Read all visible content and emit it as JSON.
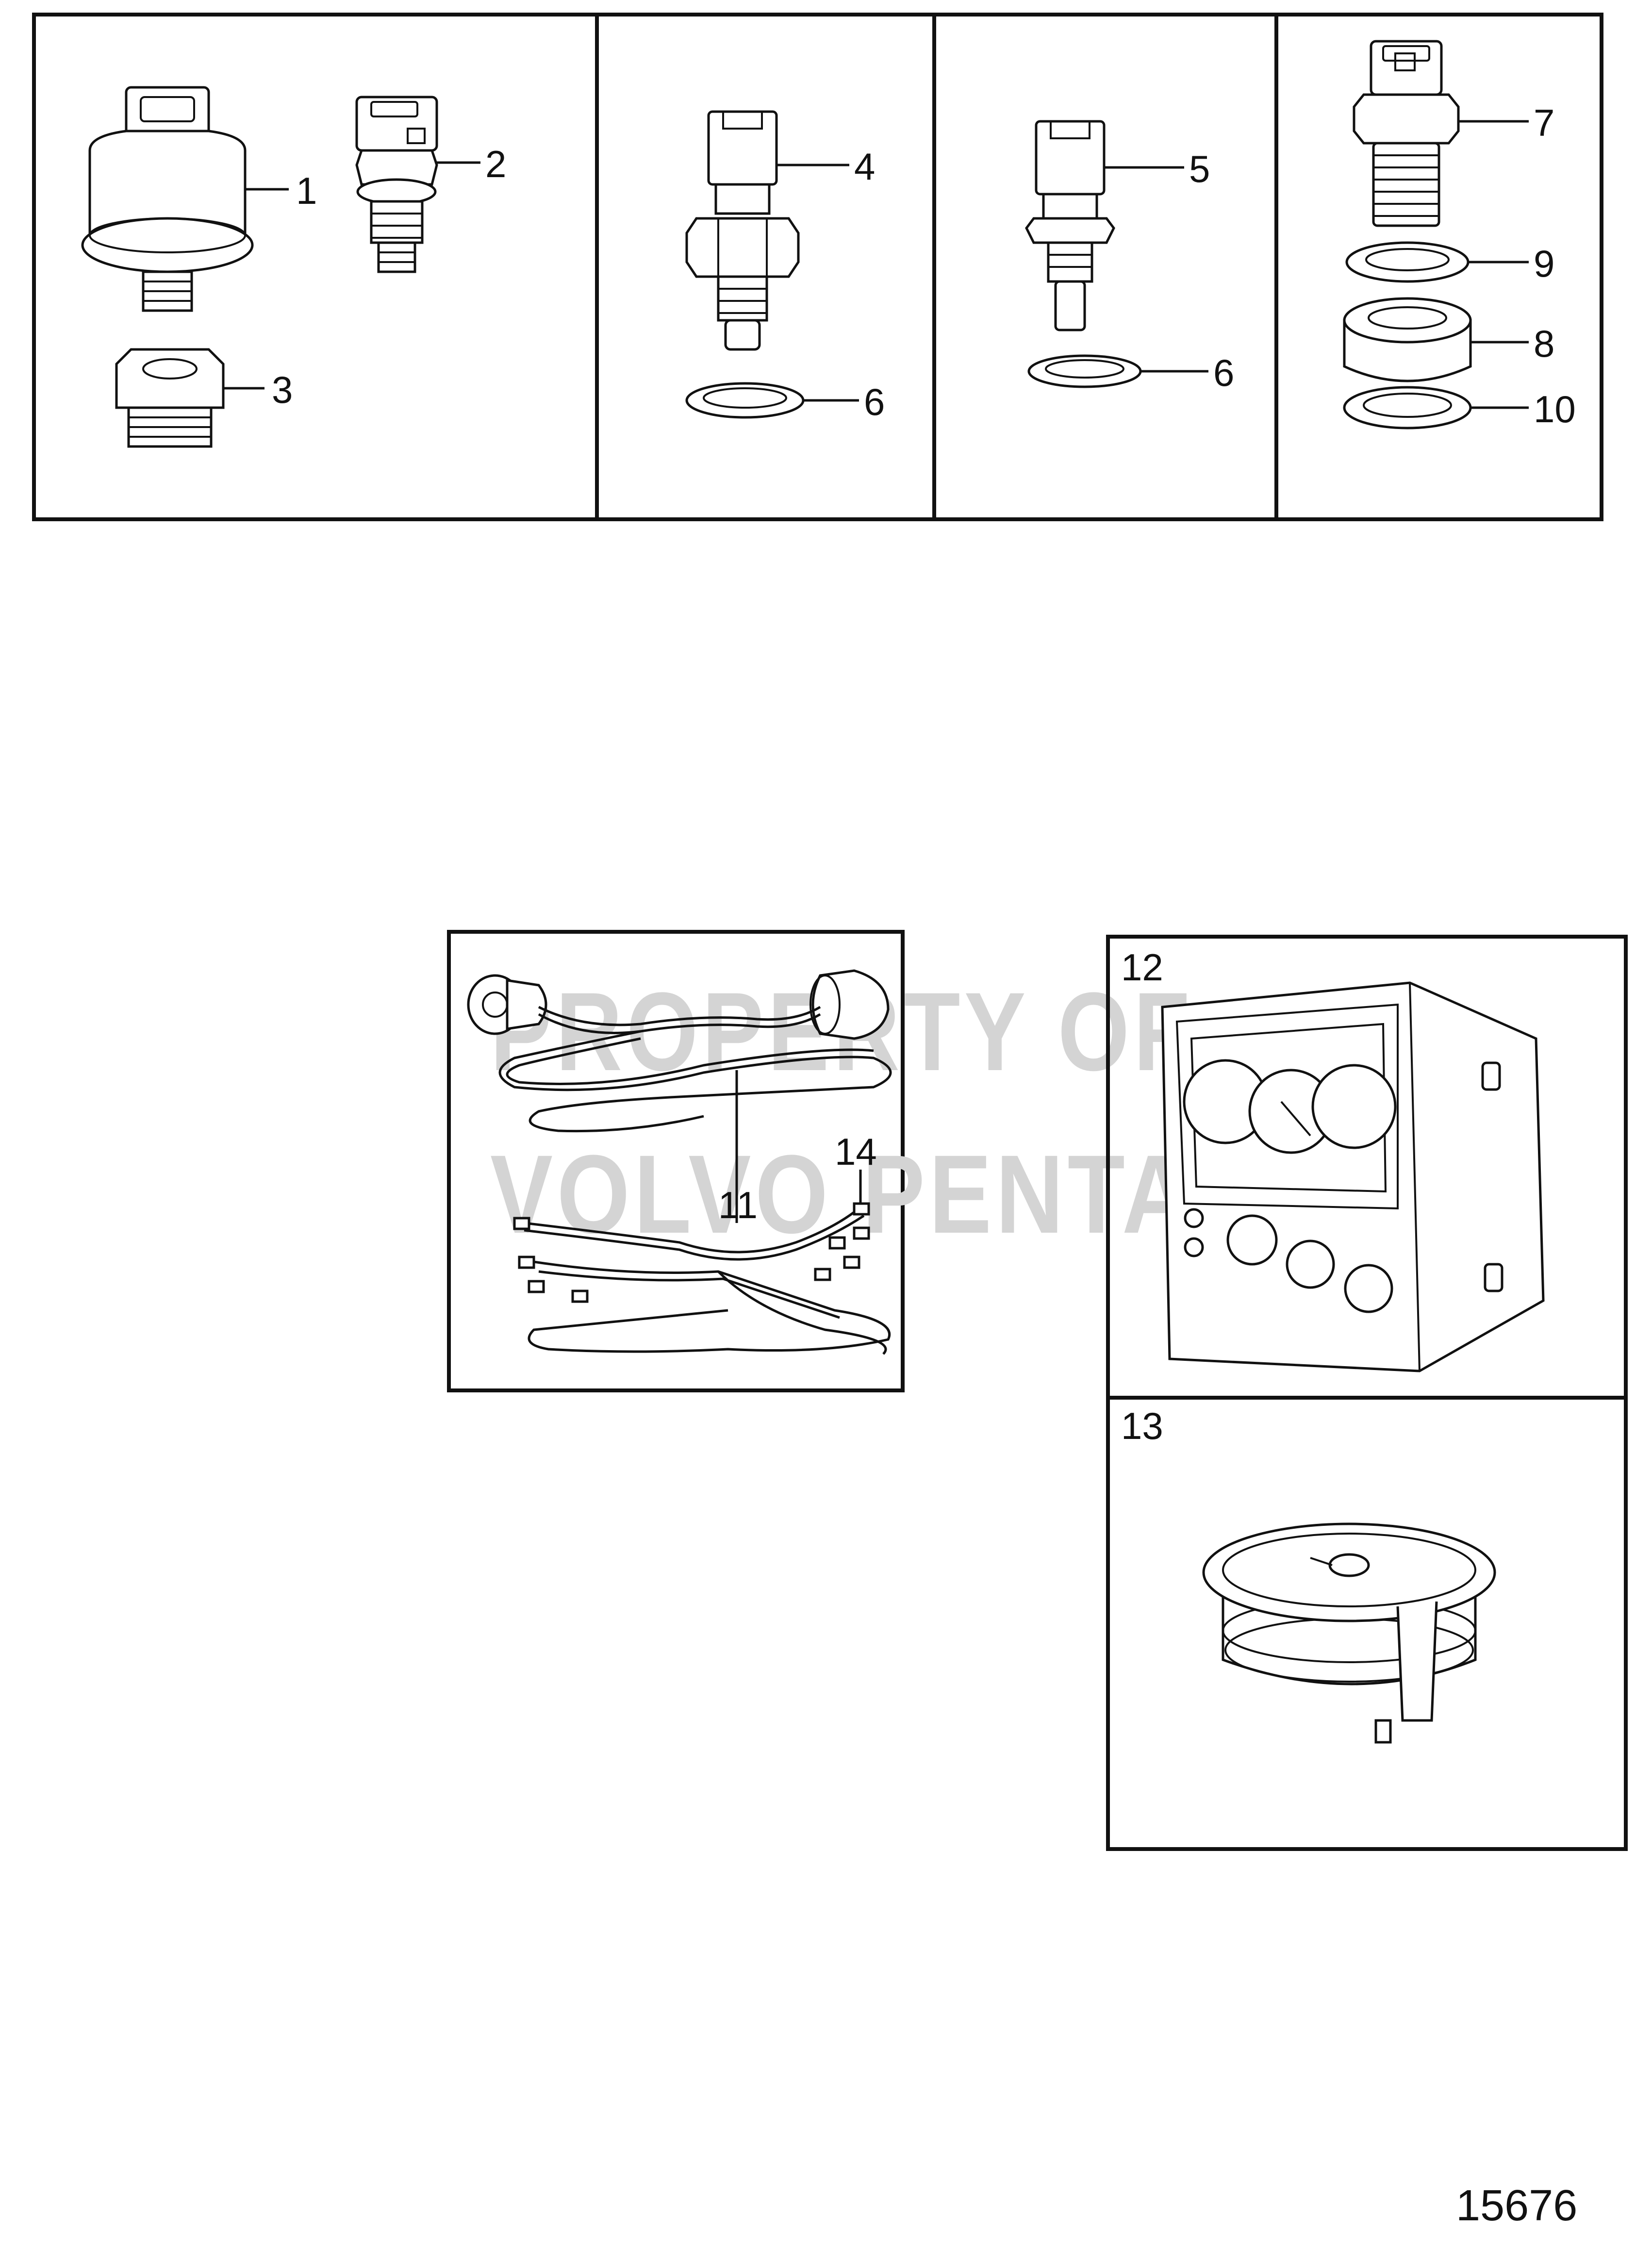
{
  "diagram": {
    "callouts": {
      "c1": "1",
      "c2": "2",
      "c3": "3",
      "c4": "4",
      "c5": "5",
      "c6a": "6",
      "c6b": "6",
      "c7": "7",
      "c8": "8",
      "c9": "9",
      "c10": "10",
      "c11": "11",
      "c14": "14"
    },
    "box_labels": {
      "b12": "12",
      "b13": "13"
    },
    "watermark": {
      "line1": "PROPERTY OF",
      "line2": "VOLVO PENTA"
    },
    "figure_id": "15676"
  }
}
